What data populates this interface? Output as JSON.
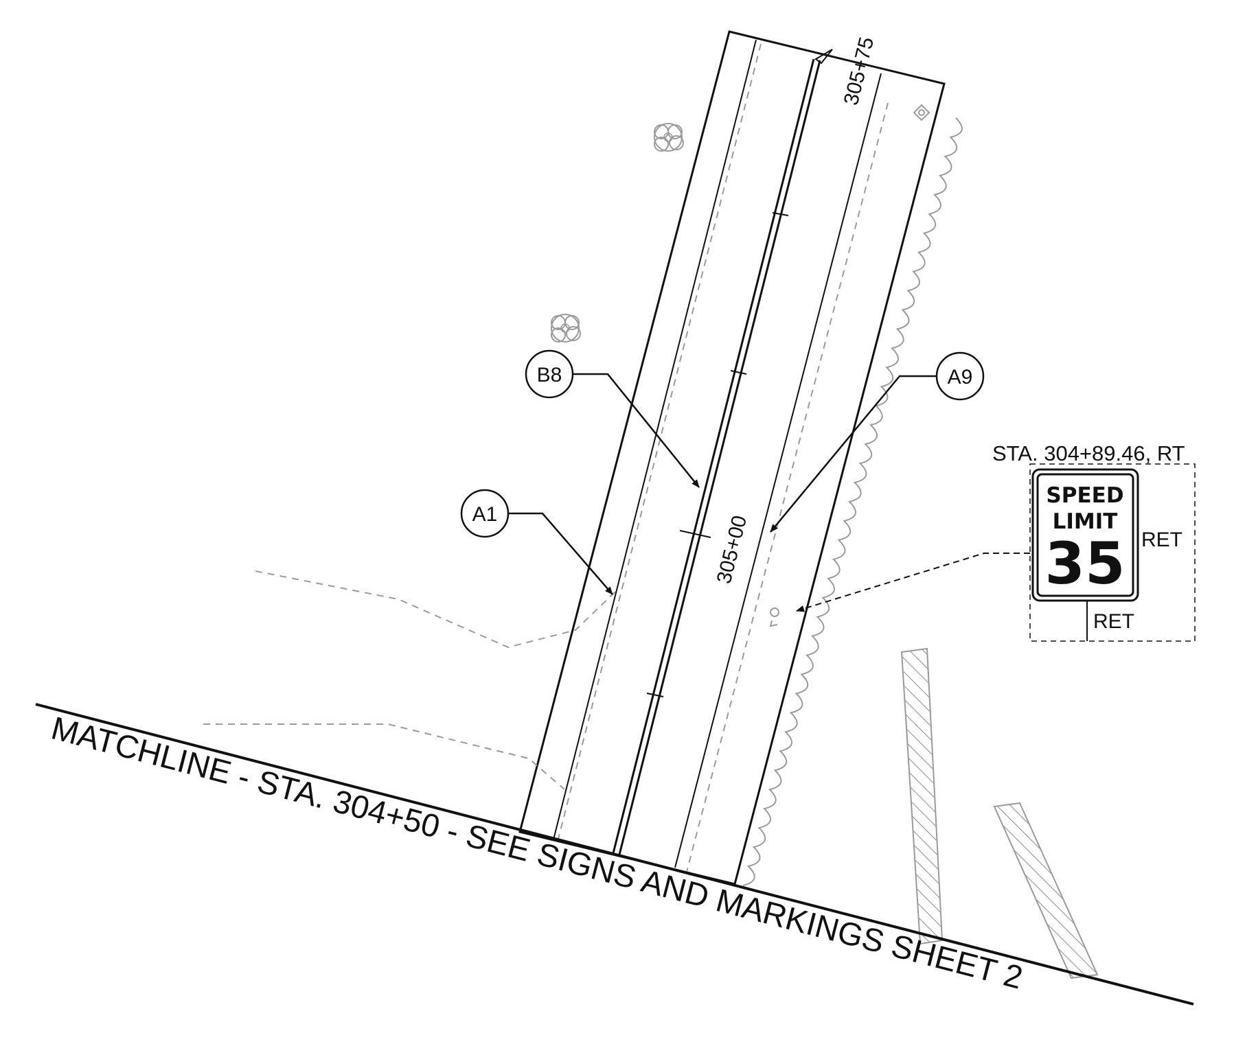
{
  "plan": {
    "colors": {
      "ink": "#111111",
      "light_line": "#9a9a9a",
      "background": "#ffffff"
    },
    "stations": {
      "top": "305+75",
      "middle": "305+00"
    },
    "callouts": [
      {
        "id": "B8"
      },
      {
        "id": "A9"
      },
      {
        "id": "A1"
      }
    ],
    "sign": {
      "station": "STA. 304+89.46, RT",
      "line1": "SPEED",
      "line2": "LIMIT",
      "value": "35",
      "ret_right": "RET",
      "ret_bottom": "RET"
    },
    "matchline": "MATCHLINE - STA. 304+50 - SEE SIGNS AND MARKINGS SHEET 2",
    "icons": [
      "shrub-icon",
      "shrub-icon",
      "sign-post-icon",
      "utility-pole-icon"
    ]
  }
}
